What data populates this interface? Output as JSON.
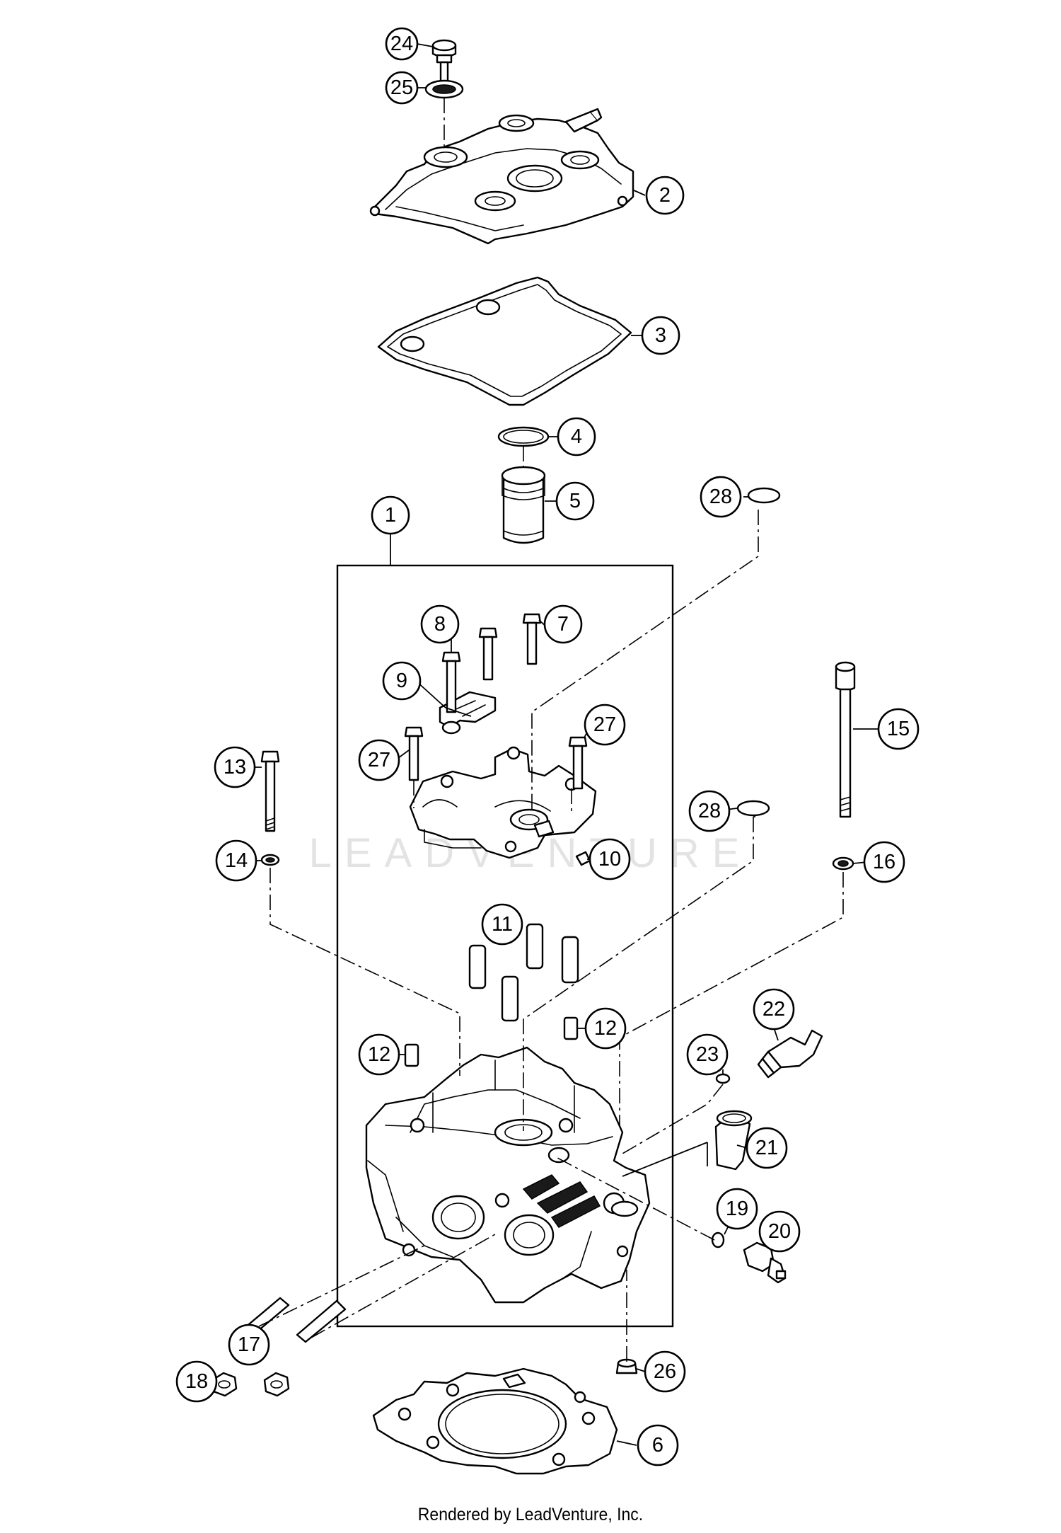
{
  "callouts": [
    {
      "id": "part-24",
      "label": "24"
    },
    {
      "id": "part-25",
      "label": "25"
    },
    {
      "id": "part-2",
      "label": "2"
    },
    {
      "id": "part-3",
      "label": "3"
    },
    {
      "id": "part-4",
      "label": "4"
    },
    {
      "id": "part-5",
      "label": "5"
    },
    {
      "id": "part-1",
      "label": "1"
    },
    {
      "id": "part-28a",
      "label": "28"
    },
    {
      "id": "part-8",
      "label": "8"
    },
    {
      "id": "part-7",
      "label": "7"
    },
    {
      "id": "part-9",
      "label": "9"
    },
    {
      "id": "part-27a",
      "label": "27"
    },
    {
      "id": "part-27b",
      "label": "27"
    },
    {
      "id": "part-13",
      "label": "13"
    },
    {
      "id": "part-15",
      "label": "15"
    },
    {
      "id": "part-28b",
      "label": "28"
    },
    {
      "id": "part-10",
      "label": "10"
    },
    {
      "id": "part-14",
      "label": "14"
    },
    {
      "id": "part-16",
      "label": "16"
    },
    {
      "id": "part-11",
      "label": "11"
    },
    {
      "id": "part-22",
      "label": "22"
    },
    {
      "id": "part-12a",
      "label": "12"
    },
    {
      "id": "part-12b",
      "label": "12"
    },
    {
      "id": "part-23",
      "label": "23"
    },
    {
      "id": "part-21",
      "label": "21"
    },
    {
      "id": "part-19",
      "label": "19"
    },
    {
      "id": "part-20",
      "label": "20"
    },
    {
      "id": "part-17",
      "label": "17"
    },
    {
      "id": "part-18",
      "label": "18"
    },
    {
      "id": "part-26",
      "label": "26"
    },
    {
      "id": "part-6",
      "label": "6"
    }
  ],
  "watermark": "LEADVENTURE",
  "footer": {
    "credit": "Rendered by LeadVenture, Inc."
  }
}
